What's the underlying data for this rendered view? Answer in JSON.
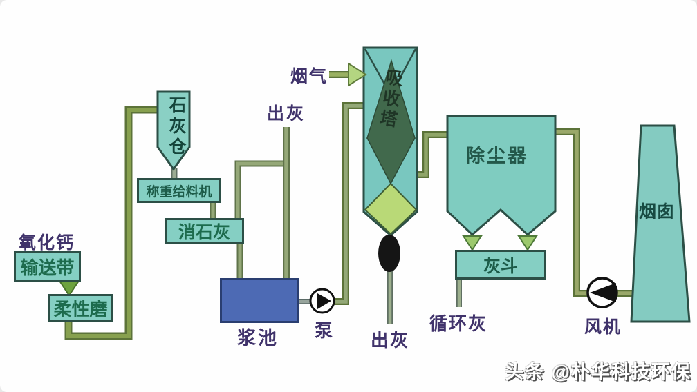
{
  "diagram": {
    "watermark": "头条 @朴华科技环保",
    "labels": {
      "calcium_oxide": "氧化钙",
      "conveyor_belt": "输送带",
      "flexible_mill": "柔性磨",
      "lime_silo": "石灰仓",
      "weighing_feeder": "称重给料机",
      "slaked_lime": "消石灰",
      "slurry_pool": "浆池",
      "pump": "泵",
      "ash_discharge_top": "出灰",
      "flue_gas": "烟气",
      "absorption_tower": "吸收塔",
      "ash_discharge_bottom": "出灰",
      "dust_collector": "除尘器",
      "ash_hopper": "灰斗",
      "circulating_ash": "循环灰",
      "fan": "风机",
      "chimney": "烟囱"
    },
    "colors": {
      "equipment_teal": "#85cfc3",
      "outline_dark": "#2c4f46",
      "slurry_blue": "#4d6ab4",
      "pipe_olive": "#87a04f",
      "pipe_sage": "#95a878",
      "tower_inner_dark_green": "#41694c",
      "tower_bottom_light_green": "#b9d977",
      "nozzle_light_green": "#b4d581",
      "label_ink_purple": "#40336b",
      "label_ink_green": "#1d6b4d"
    }
  }
}
